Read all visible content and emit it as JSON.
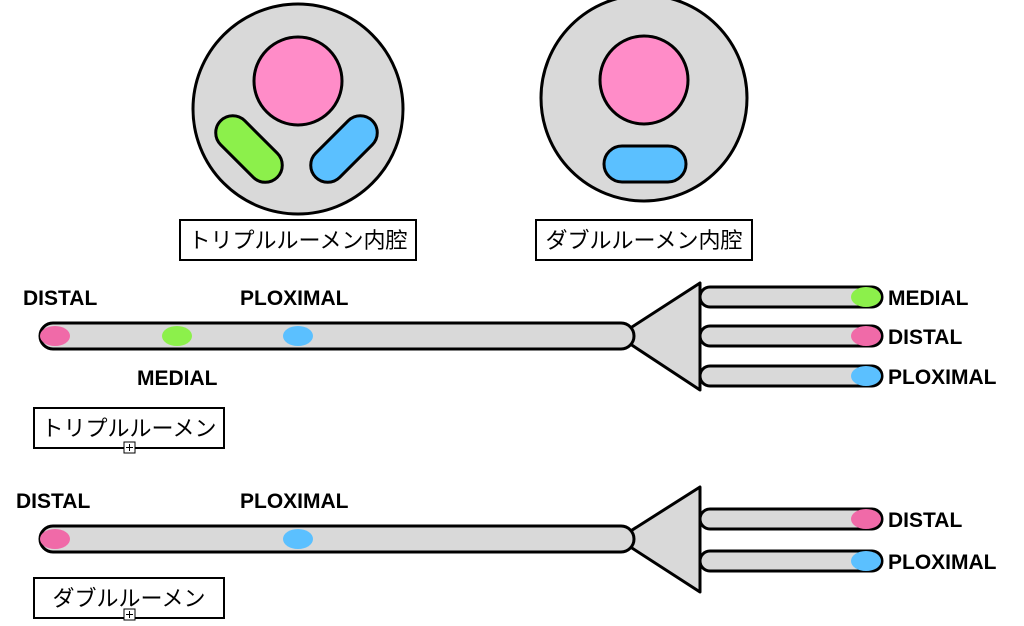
{
  "colors": {
    "body_fill": "#d9d9d9",
    "outline": "#000000",
    "pink": "#ff8cc8",
    "pink_port": "#f06aa8",
    "green": "#8cf04b",
    "blue": "#5bc0ff"
  },
  "cross_sections": {
    "triple": {
      "caption": "トリプルルーメン内腔"
    },
    "double": {
      "caption": "ダブルルーメン内腔"
    }
  },
  "triple_catheter": {
    "label_distal": "DISTAL",
    "label_ploximal": "PLOXIMAL",
    "label_medial": "MEDIAL",
    "ports": [
      "MEDIAL",
      "DISTAL",
      "PLOXIMAL"
    ],
    "caption": "トリプルルーメン"
  },
  "double_catheter": {
    "label_distal": "DISTAL",
    "label_ploximal": "PLOXIMAL",
    "ports": [
      "DISTAL",
      "PLOXIMAL"
    ],
    "caption": "ダブルルーメン"
  }
}
